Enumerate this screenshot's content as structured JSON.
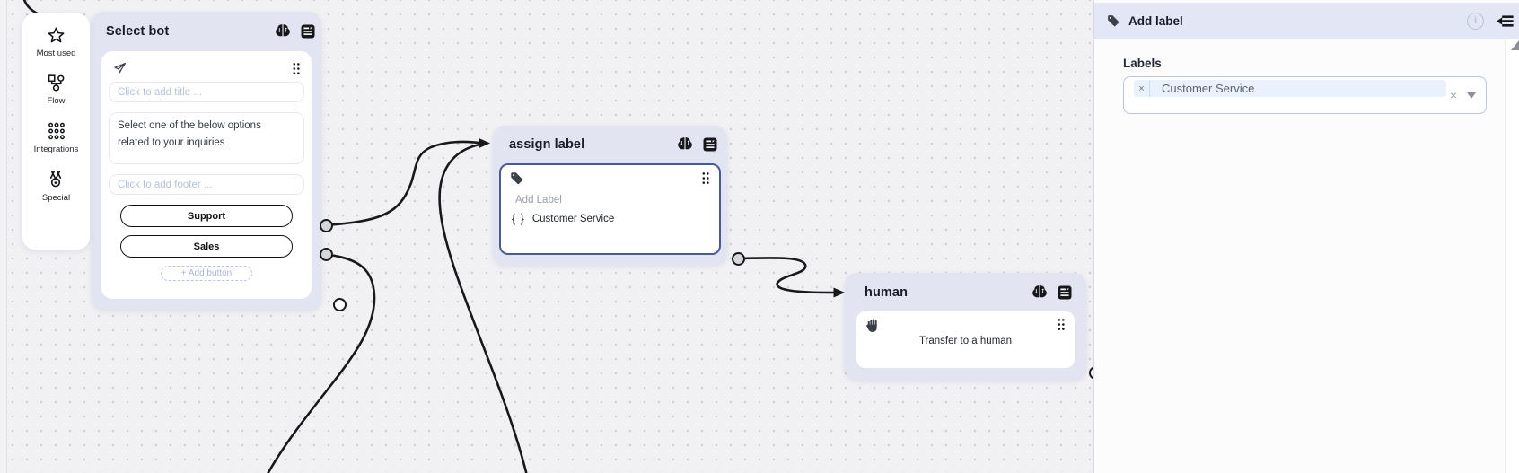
{
  "palette": {
    "items": [
      {
        "label": "Most used",
        "icon": "star-icon"
      },
      {
        "label": "Flow",
        "icon": "flow-icon"
      },
      {
        "label": "Integrations",
        "icon": "integrations-icon"
      },
      {
        "label": "Special",
        "icon": "medal-icon"
      }
    ]
  },
  "nodes": {
    "select_bot": {
      "title": "Select bot",
      "title_placeholder": "Click to add title ...",
      "message": "Select one of the below options related to your inquiries",
      "footer_placeholder": "Click to add footer ...",
      "buttons": [
        "Support",
        "Sales"
      ],
      "add_button_label": "+ Add button"
    },
    "assign_label": {
      "title": "assign label",
      "placeholder": "Add Label",
      "braces": "{ }",
      "value": "Customer Service"
    },
    "human": {
      "title": "human",
      "text": "Transfer to a human"
    }
  },
  "panel": {
    "title": "Add label",
    "info_glyph": "i",
    "section_label": "Labels",
    "chip": {
      "remove_glyph": "×",
      "label": "Customer Service"
    },
    "clear_glyph": "×"
  },
  "colors": {
    "canvas_bg": "#f1f1f4",
    "dot": "#cdced6",
    "node_bg": "#e2e4f2",
    "selected_border": "#4a5a94",
    "wire": "#17181b",
    "panel_header_bg": "#e3e6f4",
    "chip_bg": "#e9f1fd",
    "placeholder": "#b5c2da"
  }
}
